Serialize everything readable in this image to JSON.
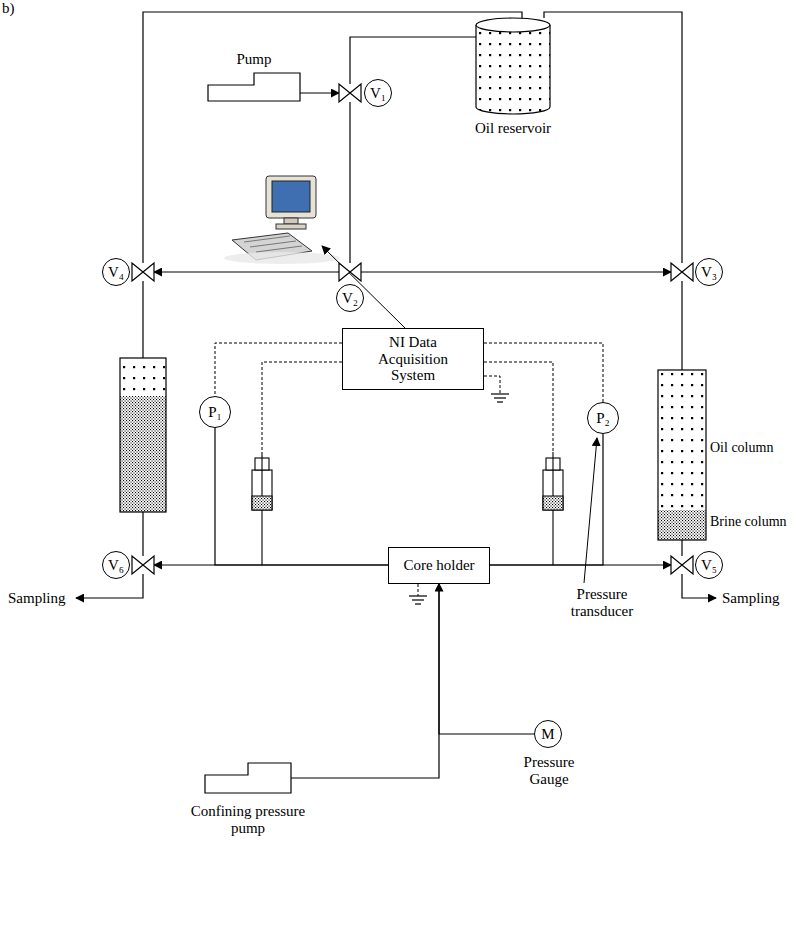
{
  "diagram": {
    "nodes": [
      {
        "text": [
          "Pump"
        ]
      },
      {
        "text": [
          "V₁"
        ]
      },
      {
        "text": [
          "Oil reservoir"
        ]
      },
      {
        "text": [
          "V₄"
        ]
      },
      {
        "text": [
          "V₂"
        ]
      },
      {
        "text": [
          "V₃"
        ]
      },
      {
        "text": [
          "NI Data Acquisition System"
        ]
      },
      {
        "text": [
          "Oil column",
          "Brine column"
        ]
      },
      {
        "text": [
          "P₁"
        ]
      },
      {
        "text": [
          "P₂"
        ]
      },
      {
        "text": [
          "V₆"
        ]
      },
      {
        "text": [
          "Core holder"
        ]
      },
      {
        "text": [
          "V₅"
        ]
      },
      {
        "text": [
          "M",
          "Pressure Gauge"
        ]
      },
      {
        "text": [
          "Confining pressure pump"
        ]
      }
    ],
    "edges": [
      {
        "from": 0,
        "to": 1,
        "arrow": "to"
      },
      {
        "from": 1,
        "to": 2,
        "arrow": "none"
      },
      {
        "from": 1,
        "to": 4,
        "arrow": "none"
      },
      {
        "from": 4,
        "to": 3,
        "arrow": "to"
      },
      {
        "from": 4,
        "to": 5,
        "arrow": "to"
      },
      {
        "from": 2,
        "to": 3,
        "arrow": "none"
      },
      {
        "from": 2,
        "to": 5,
        "arrow": "none"
      },
      {
        "from": 5,
        "to": 7,
        "arrow": "none"
      },
      {
        "from": 7,
        "to": 12,
        "arrow": "none"
      },
      {
        "from": 6,
        "to": 8,
        "arrow": "none"
      },
      {
        "from": 6,
        "to": 9,
        "arrow": "none"
      },
      {
        "from": 8,
        "to": 11,
        "arrow": "none"
      },
      {
        "from": 11,
        "to": 10,
        "arrow": "to"
      },
      {
        "from": 9,
        "to": 11,
        "arrow": "none"
      },
      {
        "from": 11,
        "to": 12,
        "arrow": "to"
      },
      {
        "from": 11,
        "to": 13,
        "arrow": "none"
      },
      {
        "from": 14,
        "to": 11,
        "arrow": "to"
      }
    ],
    "labels": [
      "b)",
      "Sampling",
      "Sampling",
      "Pressure transducer"
    ]
  }
}
